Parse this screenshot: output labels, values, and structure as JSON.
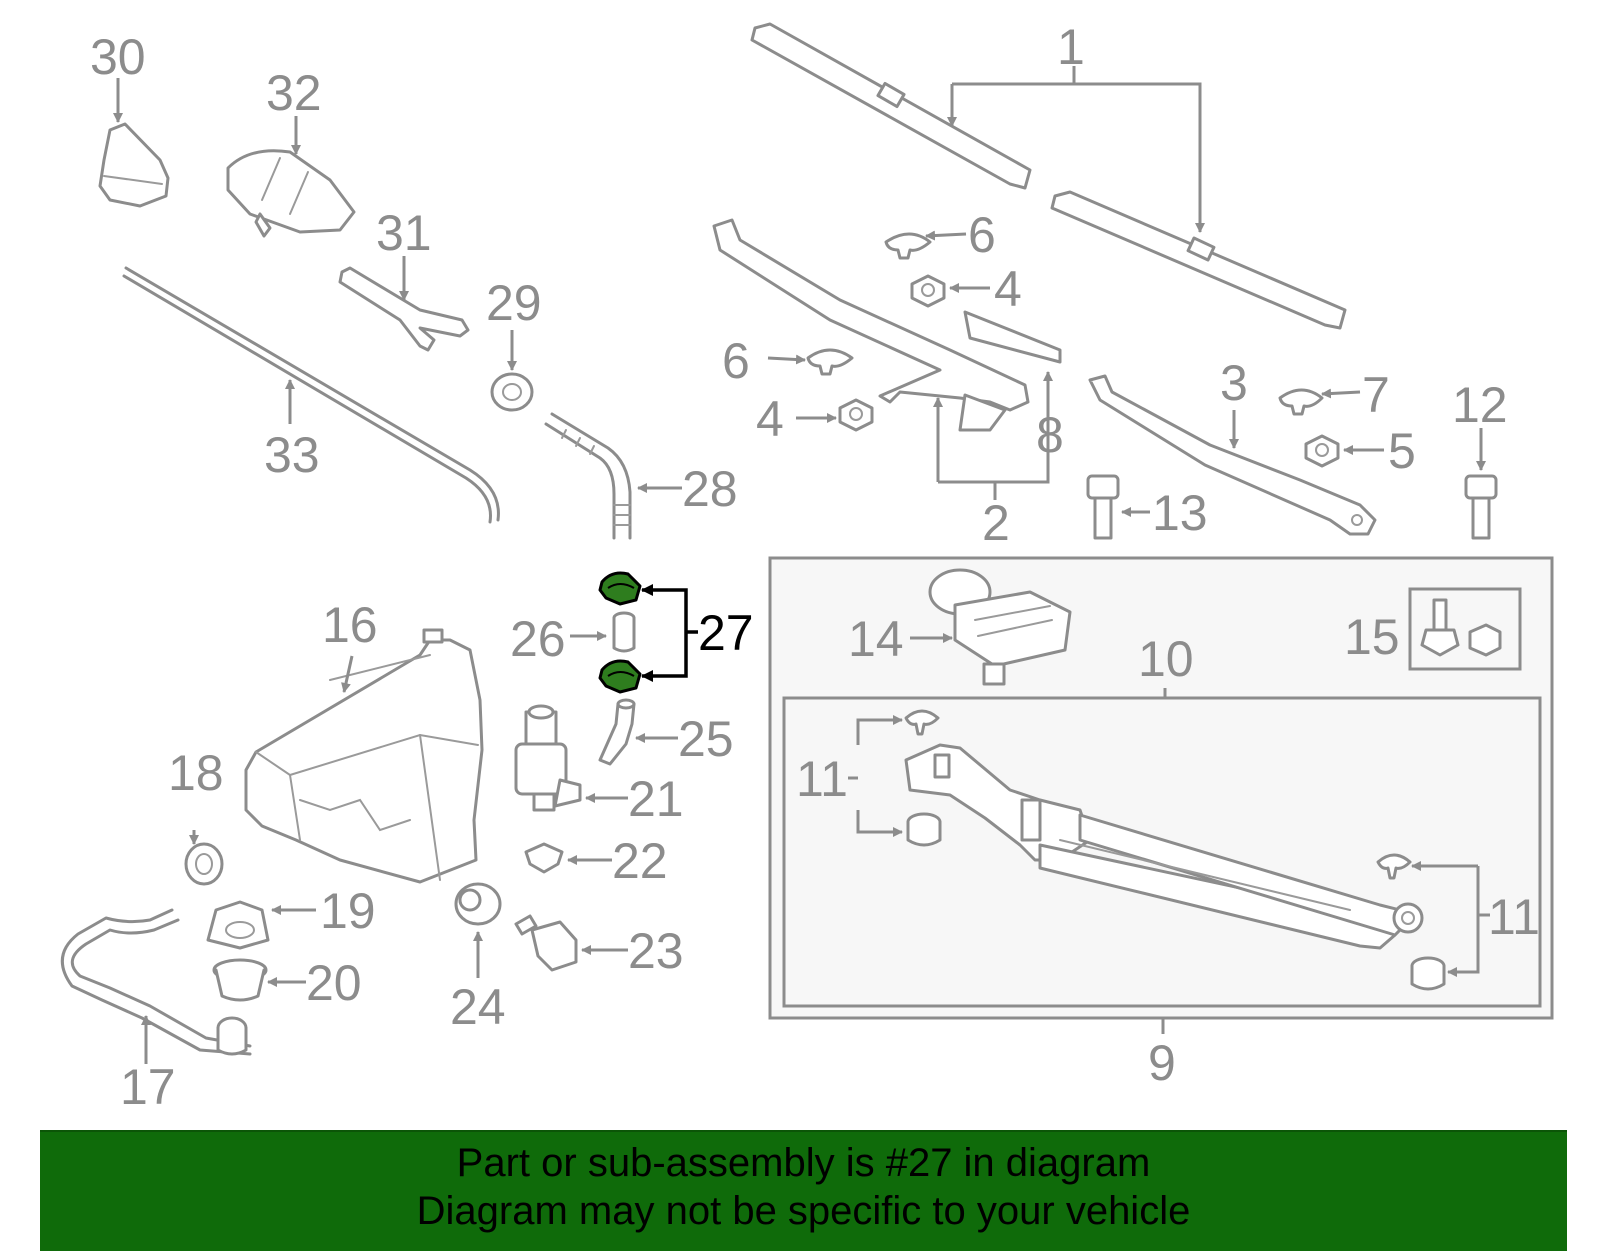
{
  "callouts": {
    "n1": "1",
    "n2": "2",
    "n3": "3",
    "n4a": "4",
    "n4b": "4",
    "n5": "5",
    "n6a": "6",
    "n6b": "6",
    "n7": "7",
    "n8": "8",
    "n9": "9",
    "n10": "10",
    "n11a": "11",
    "n11b": "11",
    "n12": "12",
    "n13": "13",
    "n14": "14",
    "n15": "15",
    "n16": "16",
    "n17": "17",
    "n18": "18",
    "n19": "19",
    "n20": "20",
    "n21": "21",
    "n22": "22",
    "n23": "23",
    "n24": "24",
    "n25": "25",
    "n26": "26",
    "n27": "27",
    "n28": "28",
    "n29": "29",
    "n30": "30",
    "n31": "31",
    "n32": "32",
    "n33": "33"
  },
  "highlight": {
    "part_number": "27",
    "color": "#2e7d1e"
  },
  "banner": {
    "line1": "Part or sub-assembly is #27 in diagram",
    "line2": "Diagram may not be specific to your vehicle",
    "background": "#0f6b0a"
  },
  "colors": {
    "parts": "#8c8c8c",
    "highlight_leader": "#000000"
  }
}
